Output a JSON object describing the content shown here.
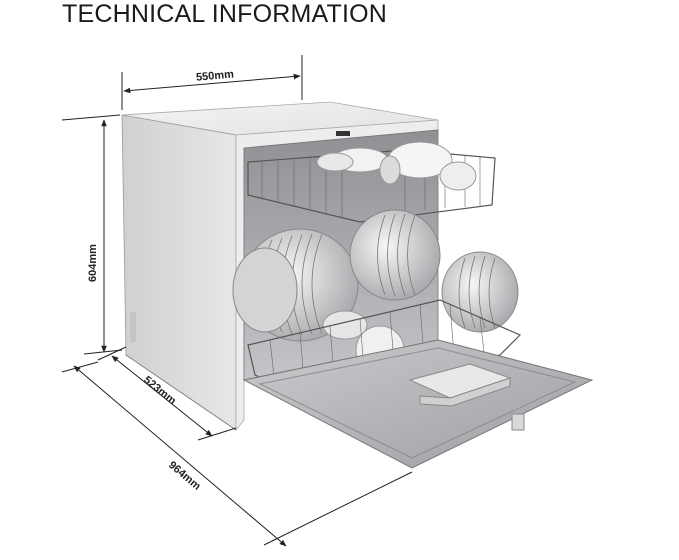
{
  "title": "TECHNICAL INFORMATION",
  "dimensions": {
    "width": "550mm",
    "height": "604mm",
    "depth": "523mm",
    "depth_open": "964mm"
  },
  "colors": {
    "text": "#1a1a1a",
    "line": "#222222",
    "cabinet_side": "#d9dadc",
    "cabinet_front": "#eeeeee",
    "interior": "#a9abae",
    "door": "#b5b7ba"
  }
}
